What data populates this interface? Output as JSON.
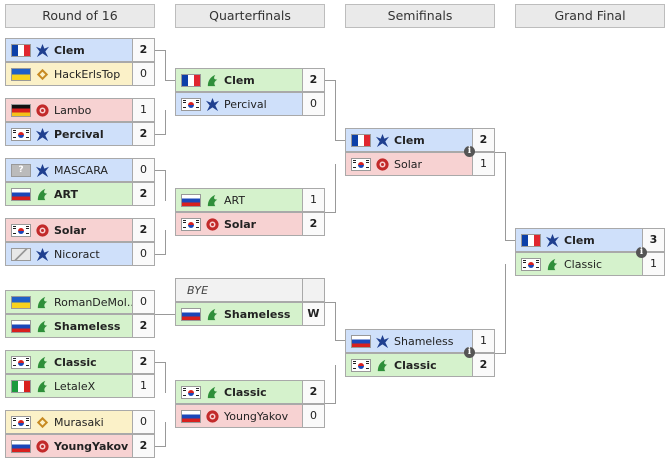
{
  "headers": [
    "Round of 16",
    "Quarterfinals",
    "Semifinals",
    "Grand Final"
  ],
  "icons": {
    "terran": "terran-icon",
    "zerg": "zerg-icon",
    "protoss": "protoss-icon",
    "random": "random-icon",
    "info": "info-icon"
  },
  "colors": {
    "terran_bg": "#cfe0fa",
    "zerg_bg": "#f7d2d2",
    "protoss_bg": "#fbf1c8",
    "random_bg": "#d5f2cc",
    "winner_flag_border": "#999999"
  },
  "round16": [
    {
      "p1": {
        "name": "Clem",
        "flag": "fr",
        "race": "terran",
        "score": "2",
        "win": true
      },
      "p2": {
        "name": "HackErlsTop",
        "flag": "ua",
        "race": "protoss",
        "score": "0",
        "win": false
      }
    },
    {
      "p1": {
        "name": "Lambo",
        "flag": "de",
        "race": "zerg",
        "score": "1",
        "win": false
      },
      "p2": {
        "name": "Percival",
        "flag": "kr",
        "race": "terran",
        "score": "2",
        "win": true
      }
    },
    {
      "p1": {
        "name": "MASCARA",
        "flag": "unknown",
        "race": "terran",
        "score": "0",
        "win": false
      },
      "p2": {
        "name": "ART",
        "flag": "ru",
        "race": "random",
        "score": "2",
        "win": true
      }
    },
    {
      "p1": {
        "name": "Solar",
        "flag": "kr",
        "race": "zerg",
        "score": "2",
        "win": true
      },
      "p2": {
        "name": "Nicoract",
        "flag": "world",
        "race": "terran",
        "score": "0",
        "win": false
      }
    },
    {
      "p1": {
        "name": "RomanDeMol...",
        "flag": "ua",
        "race": "random",
        "score": "0",
        "win": false
      },
      "p2": {
        "name": "Shameless",
        "flag": "ru",
        "race": "random",
        "score": "2",
        "win": true
      }
    },
    {
      "p1": {
        "name": "Classic",
        "flag": "kr",
        "race": "random",
        "score": "2",
        "win": true
      },
      "p2": {
        "name": "LetaleX",
        "flag": "it",
        "race": "random",
        "score": "1",
        "win": false
      }
    },
    {
      "p1": {
        "name": "Murasaki",
        "flag": "kr",
        "race": "protoss",
        "score": "0",
        "win": false
      },
      "p2": {
        "name": "YoungYakov",
        "flag": "ru",
        "race": "zerg",
        "score": "2",
        "win": true
      }
    }
  ],
  "quarterfinals": [
    {
      "p1": {
        "name": "Clem",
        "flag": "fr",
        "race": "random",
        "score": "2",
        "win": true
      },
      "p2": {
        "name": "Percival",
        "flag": "kr",
        "race": "terran",
        "score": "0",
        "win": false
      }
    },
    {
      "p1": {
        "name": "ART",
        "flag": "ru",
        "race": "random",
        "score": "1",
        "win": false
      },
      "p2": {
        "name": "Solar",
        "flag": "kr",
        "race": "zerg",
        "score": "2",
        "win": true
      }
    },
    {
      "bye_label": "BYE",
      "p2": {
        "name": "Shameless",
        "flag": "ru",
        "race": "random",
        "score": "W",
        "win": true
      }
    },
    {
      "p1": {
        "name": "Classic",
        "flag": "kr",
        "race": "random",
        "score": "2",
        "win": true
      },
      "p2": {
        "name": "YoungYakov",
        "flag": "ru",
        "race": "zerg",
        "score": "0",
        "win": false
      }
    }
  ],
  "semifinals": [
    {
      "p1": {
        "name": "Clem",
        "flag": "fr",
        "race": "terran",
        "score": "2",
        "win": true
      },
      "p2": {
        "name": "Solar",
        "flag": "kr",
        "race": "zerg",
        "score": "1",
        "win": false
      }
    },
    {
      "p1": {
        "name": "Shameless",
        "flag": "ru",
        "race": "terran",
        "score": "1",
        "win": false
      },
      "p2": {
        "name": "Classic",
        "flag": "kr",
        "race": "random",
        "score": "2",
        "win": true
      }
    }
  ],
  "final": {
    "p1": {
      "name": "Clem",
      "flag": "fr",
      "race": "terran",
      "score": "3",
      "win": true
    },
    "p2": {
      "name": "Classic",
      "flag": "kr",
      "race": "random",
      "score": "1",
      "win": false
    }
  }
}
